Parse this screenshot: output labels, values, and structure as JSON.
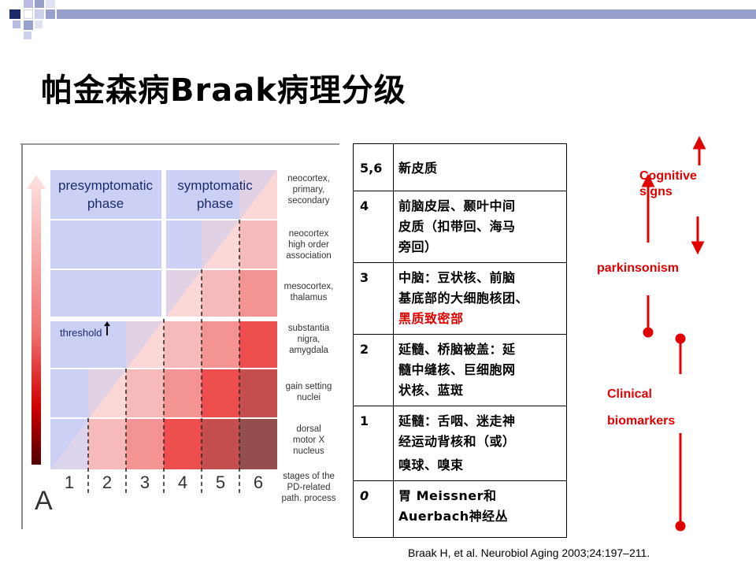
{
  "slide": {
    "title": "帕金森病Braak病理分级",
    "reference": "Braak H, et al. Neurobiol Aging 2003;24:197–211."
  },
  "figure": {
    "phase_presymptomatic": [
      "presymptomatic",
      "phase"
    ],
    "phase_symptomatic": [
      "symptomatic",
      "phase"
    ],
    "threshold_label": "threshold",
    "region_labels": [
      [
        "neocortex,",
        "primary,",
        "secondary"
      ],
      [
        "neocortex",
        "high order",
        "association"
      ],
      [
        "mesocortex,",
        "thalamus"
      ],
      [
        "substantia",
        "nigra,",
        "amygdala"
      ],
      [
        "gain setting",
        "nuclei"
      ],
      [
        "dorsal",
        "motor X",
        "nucleus"
      ]
    ],
    "stage_numbers": [
      "1",
      "2",
      "3",
      "4",
      "5",
      "6"
    ],
    "stage_caption": [
      "stages of the",
      "PD-related",
      "path. process"
    ],
    "panel_letter": "A"
  },
  "table": {
    "rows": [
      {
        "stage": "5,6",
        "lines": [
          "新皮质"
        ],
        "red_line": ""
      },
      {
        "stage": "4",
        "lines": [
          "前脑皮层、颞叶中间",
          "皮质（扣带回、海马",
          "旁回）"
        ],
        "red_line": ""
      },
      {
        "stage": "3",
        "lines": [
          "中脑：豆状核、前脑",
          "基底部的大细胞核团、"
        ],
        "red_line": "黑质致密部"
      },
      {
        "stage": "2",
        "lines": [
          "延髓、桥脑被盖：延",
          "髓中缝核、巨细胞网",
          "状核、蓝斑"
        ],
        "red_line": ""
      },
      {
        "stage": "1",
        "lines": [
          "延髓：舌咽、迷走神",
          "经运动背核和（或）",
          "嗅球、嗅束"
        ],
        "red_line": ""
      },
      {
        "stage": "0",
        "lines": [
          "胃 Meissner和",
          "Auerbach神经丛"
        ],
        "red_line": ""
      }
    ]
  },
  "side": {
    "cognitive": [
      "Cognitive",
      "signs"
    ],
    "parkinsonism": "parkinsonism",
    "clinical": [
      "Clinical",
      "biomarkers"
    ]
  },
  "colors": {
    "accent_red": "#e00000",
    "deco_navy": "#1f2a6b",
    "deco_lilac": "#9aa0cc"
  }
}
